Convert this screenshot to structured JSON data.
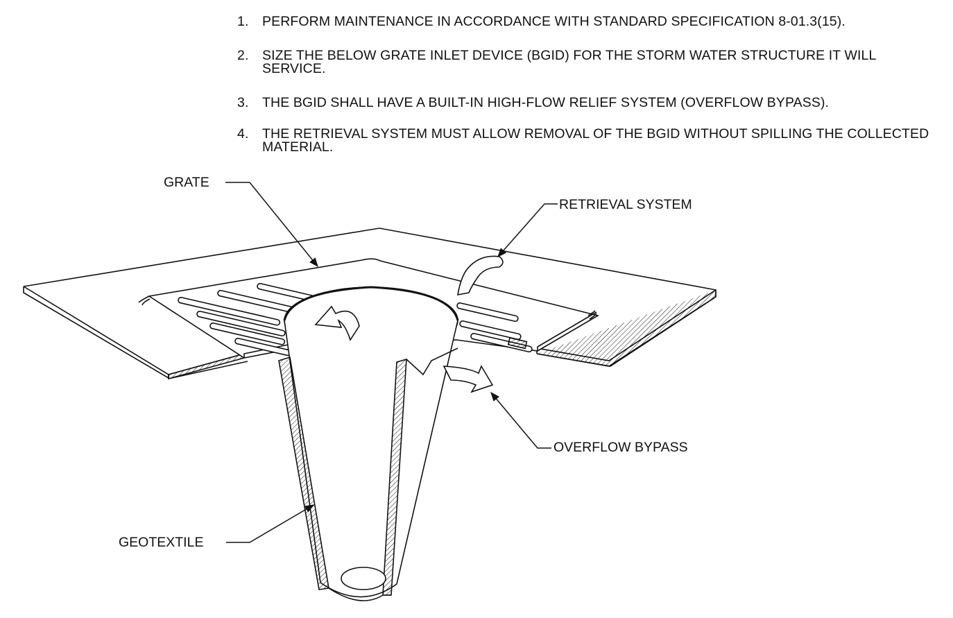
{
  "notes": [
    {
      "number": "1.",
      "text": "PERFORM MAINTENANCE IN ACCORDANCE WITH STANDARD SPECIFICATION 8-01.3(15)."
    },
    {
      "number": "2.",
      "text": "SIZE THE BELOW GRATE INLET DEVICE (BGID) FOR THE STORM WATER STRUCTURE IT WILL SERVICE."
    },
    {
      "number": "3.",
      "text": "THE BGID SHALL HAVE A BUILT-IN HIGH-FLOW RELIEF SYSTEM (OVERFLOW BYPASS)."
    },
    {
      "number": "4.",
      "text": "THE RETRIEVAL SYSTEM MUST ALLOW REMOVAL OF THE BGID WITHOUT SPILLING THE COLLECTED MATERIAL."
    }
  ],
  "labels": {
    "grate": "GRATE",
    "retrieval": "RETRIEVAL SYSTEM",
    "overflow": "OVERFLOW BYPASS",
    "geotextile": "GEOTEXTILE"
  }
}
